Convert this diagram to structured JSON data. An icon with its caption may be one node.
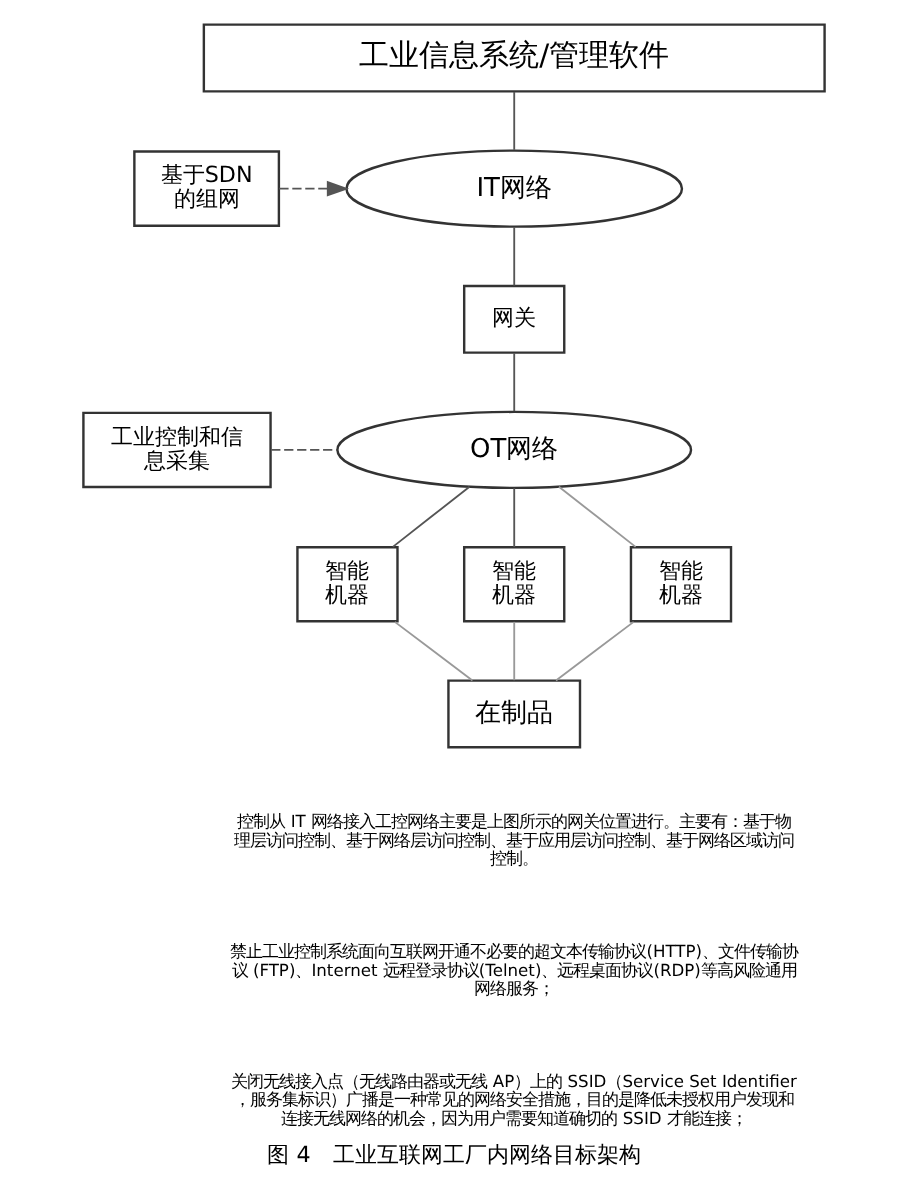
{
  "diagram": {
    "caption": "图 4　工业互联网工厂内网络目标架构",
    "nodes": [
      {
        "text": [
          "工业信息系统/管理软件"
        ]
      },
      {
        "text": [
          "IT网络"
        ]
      },
      {
        "text": [
          "基于SDN的组网"
        ]
      },
      {
        "text": [
          "网关"
        ]
      },
      {
        "text": [
          "工业控制和信息采集"
        ]
      },
      {
        "text": [
          "OT网络"
        ]
      },
      {
        "text": [
          "智能机器"
        ]
      },
      {
        "text": [
          "智能机器"
        ]
      },
      {
        "text": [
          "智能机器"
        ]
      },
      {
        "text": [
          "在制品"
        ]
      }
    ],
    "edges": [
      {
        "from": 0,
        "to": 1,
        "arrow": "none"
      },
      {
        "from": 2,
        "to": 1,
        "arrow": "to",
        "style": "dashed"
      },
      {
        "from": 1,
        "to": 3,
        "arrow": "none"
      },
      {
        "from": 3,
        "to": 5,
        "arrow": "none"
      },
      {
        "from": 4,
        "to": 5,
        "arrow": "none",
        "style": "dashed"
      },
      {
        "from": 5,
        "to": 6,
        "arrow": "none"
      },
      {
        "from": 5,
        "to": 7,
        "arrow": "none"
      },
      {
        "from": 5,
        "to": 8,
        "arrow": "none",
        "color": "#999999"
      },
      {
        "from": 6,
        "to": 9,
        "arrow": "none",
        "color": "#999999"
      },
      {
        "from": 7,
        "to": 9,
        "arrow": "none",
        "color": "#999999"
      },
      {
        "from": 8,
        "to": 9,
        "arrow": "none",
        "color": "#999999"
      }
    ],
    "labels": [
      "控制从 IT 网络接入工控网络主要是上图所示的网关位置进行。主要有：基于物理层访问控制、基于网络层访问控制、基于应用层访问控制、基于网络区域访问控制。",
      "禁止工业控制系统面向互联网开通不必要的超文本传输协议(HTTP)、文件传输协议 (FTP)、Internet 远程登录协议(Telnet)、远程桌面协议(RDP)等高风险通用网络服务；",
      "关闭无线接入点（无线路由器或无线 AP）上的 SSID（Service Set Identifier，服务集标识）广播是一种常见的网络安全措施，目的是降低未授权用户发现和连接无线网络的机会，因为用户需要知道确切的 SSID 才能连接；"
    ]
  }
}
